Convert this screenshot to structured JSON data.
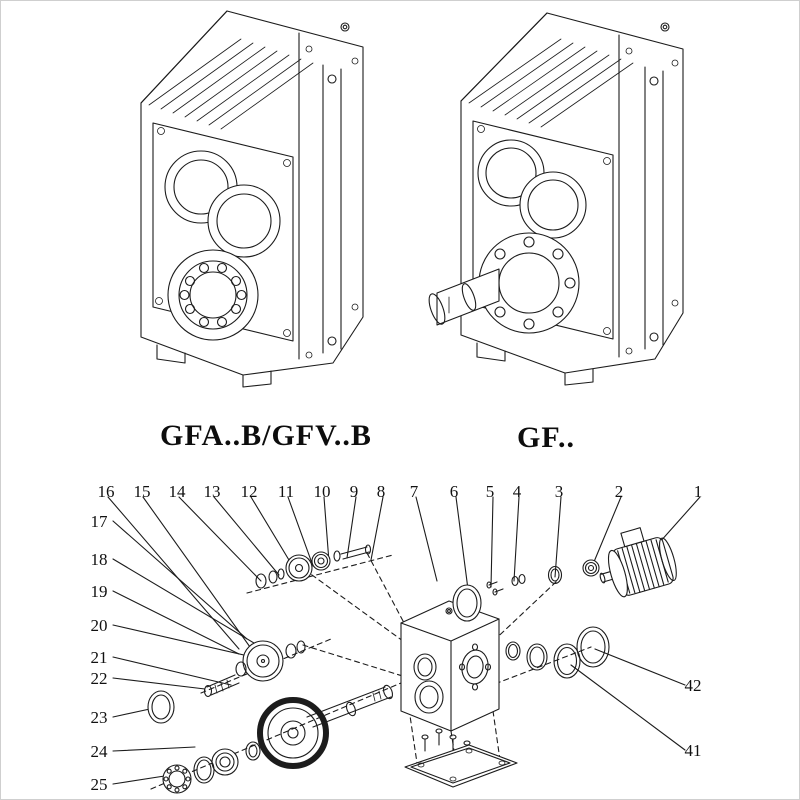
{
  "page": {
    "background": "#ffffff",
    "line_color": "#1c1c1c"
  },
  "models": [
    {
      "label": "GFA..B/GFV..B"
    },
    {
      "label": "GF.."
    }
  ],
  "exploded": {
    "callouts": {
      "top": [
        "16",
        "15",
        "14",
        "13",
        "12",
        "11",
        "10",
        "9",
        "8",
        "7",
        "6",
        "5",
        "4",
        "3",
        "2",
        "1"
      ],
      "left": [
        "17",
        "18",
        "19",
        "20",
        "21",
        "22",
        "23",
        "24",
        "25"
      ],
      "right": [
        "42",
        "41"
      ]
    }
  }
}
